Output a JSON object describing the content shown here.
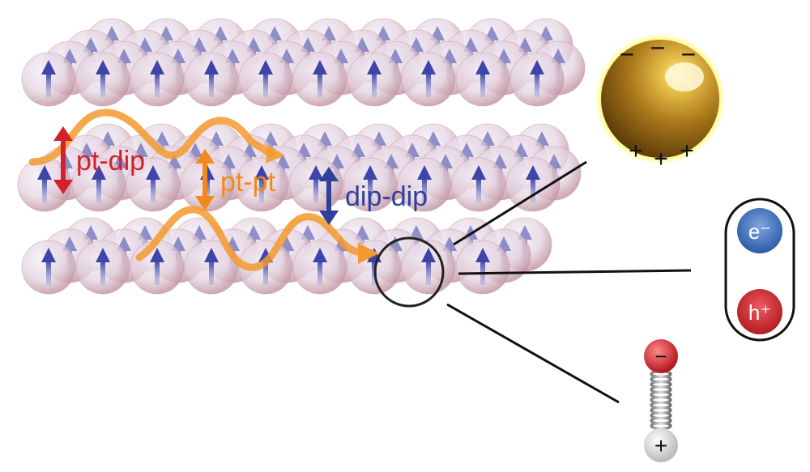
{
  "labels": {
    "pt_dip": "pt-dip",
    "pt_pt": "pt-pt",
    "dip_dip": "dip-dip"
  },
  "particle_charges": {
    "top": [
      "−",
      "−",
      "−"
    ],
    "bottom": [
      "+",
      "+",
      "+"
    ]
  },
  "exciton": {
    "electron": "e⁻",
    "hole": "h⁺"
  },
  "molecule": {
    "negative": "−",
    "positive": "+"
  },
  "colors": {
    "pt_dip": "#d4202a",
    "pt_pt": "#f08a1c",
    "dip_dip": "#2f3f9a",
    "wave": "#f39a2e",
    "arrow": "#4a52b0",
    "sphere": "#c9a8b0",
    "gold": "#c9961a",
    "electron": "#3f6fb8",
    "hole": "#c8252c"
  }
}
